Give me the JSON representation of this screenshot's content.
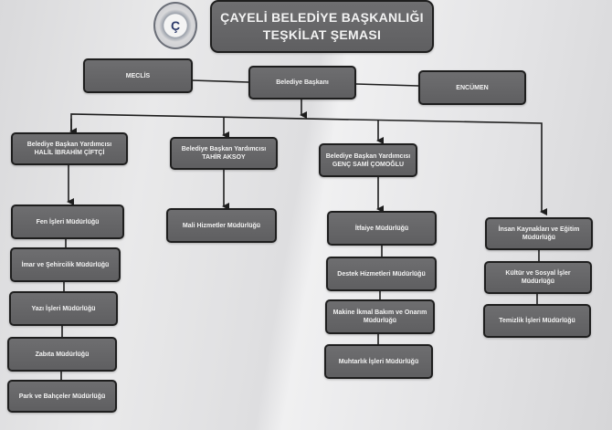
{
  "header": {
    "logo_glyph": "Ç",
    "title_line1": "ÇAYELİ BELEDİYE BAŞKANLIĞI",
    "title_line2": "TEŞKİLAT ŞEMASI"
  },
  "top_level": {
    "meclis": "MECLİS",
    "mayor": "Belediye Başkanı",
    "encumen": "ENCÜMEN"
  },
  "deputies": [
    {
      "title": "Belediye Başkan Yardımcısı",
      "name": "HALİL İBRAHİM ÇİFTÇİ"
    },
    {
      "title": "Belediye Başkan Yardımcısı",
      "name": "TAHİR AKSOY"
    },
    {
      "title": "Belediye Başkan Yardımcısı",
      "name": "GENÇ SAMİ ÇOMOĞLU"
    }
  ],
  "columns": {
    "col1": [
      "Fen İşleri Müdürlüğü",
      "İmar ve Şehircilik Müdürlüğü",
      "Yazı İşleri Müdürlüğü",
      "Zabıta Müdürlüğü",
      "Park ve Bahçeler Müdürlüğü"
    ],
    "col2": [
      "Mali Hizmetler Müdürlüğü"
    ],
    "col3": [
      "İtfaiye Müdürlüğü",
      "Destek Hizmetleri Müdürlüğü",
      "Makine İkmal Bakım ve Onarım Müdürlüğü",
      "Muhtarlık İşleri Müdürlüğü"
    ],
    "col4": [
      "İnsan Kaynakları ve Eğitim Müdürlüğü",
      "Kültür ve Sosyal İşler Müdürlüğü",
      "Temizlik İşleri Müdürlüğü"
    ]
  },
  "colors": {
    "box_fill": "#666668",
    "box_border": "#1e1e1e",
    "line": "#1e1e1e",
    "text": "#f2f2f2"
  }
}
